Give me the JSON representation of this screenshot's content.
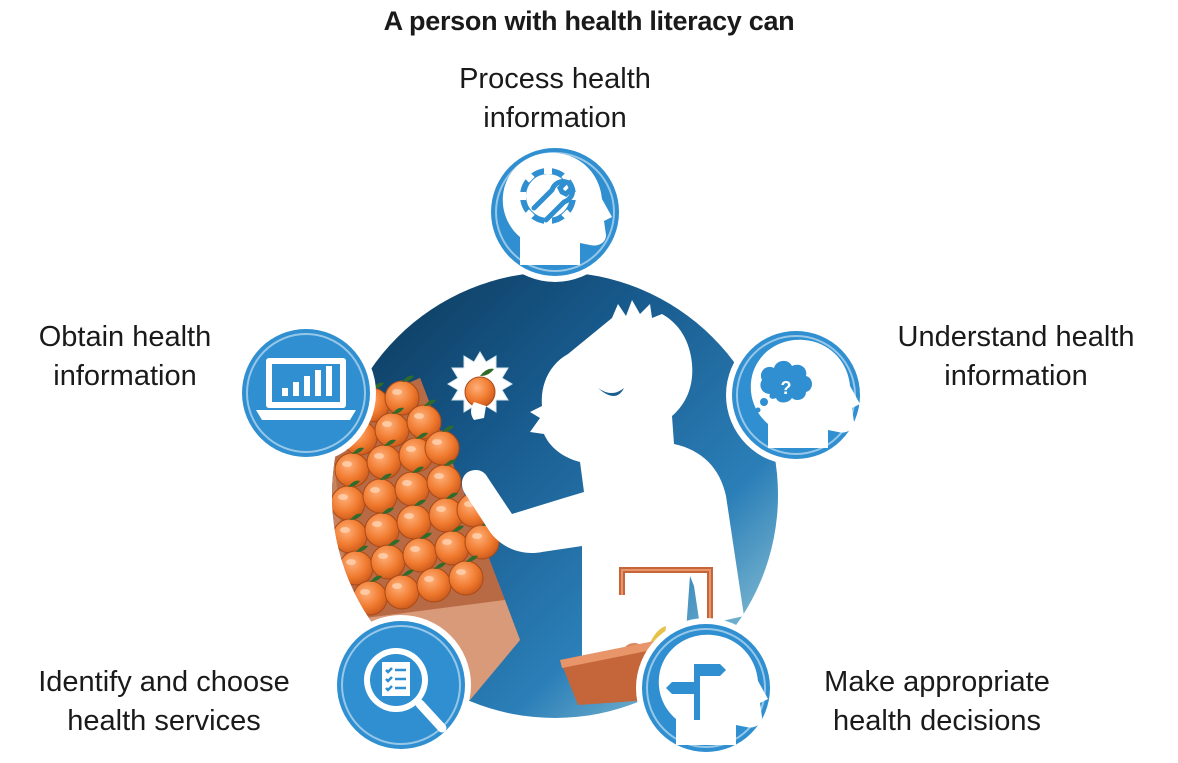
{
  "title": "A person with health literacy can",
  "nodes": {
    "process": {
      "line1": "Process health",
      "line2": "information",
      "icon": "head-with-gear-wrench-icon"
    },
    "understand": {
      "line1": "Understand health",
      "line2": "information",
      "icon": "head-with-question-thought-icon"
    },
    "obtain": {
      "line1": "Obtain health",
      "line2": "information",
      "icon": "laptop-bar-chart-icon"
    },
    "identify": {
      "line1": "Identify and choose",
      "line2": "health services",
      "icon": "magnifier-checklist-icon"
    },
    "decide": {
      "line1": "Make appropriate",
      "line2": "health decisions",
      "icon": "head-with-signpost-icon"
    }
  },
  "center": {
    "illustration": "person-holding-apple-with-basket-and-apple-crate"
  },
  "colors": {
    "circle_dark": "#0d3f63",
    "circle_mid": "#1f6fa6",
    "circle_light": "#9fd1dc",
    "node_blue": "#2f8fd0",
    "apple": "#f07a2e",
    "crate": "#c9825e",
    "person": "#ffffff"
  }
}
